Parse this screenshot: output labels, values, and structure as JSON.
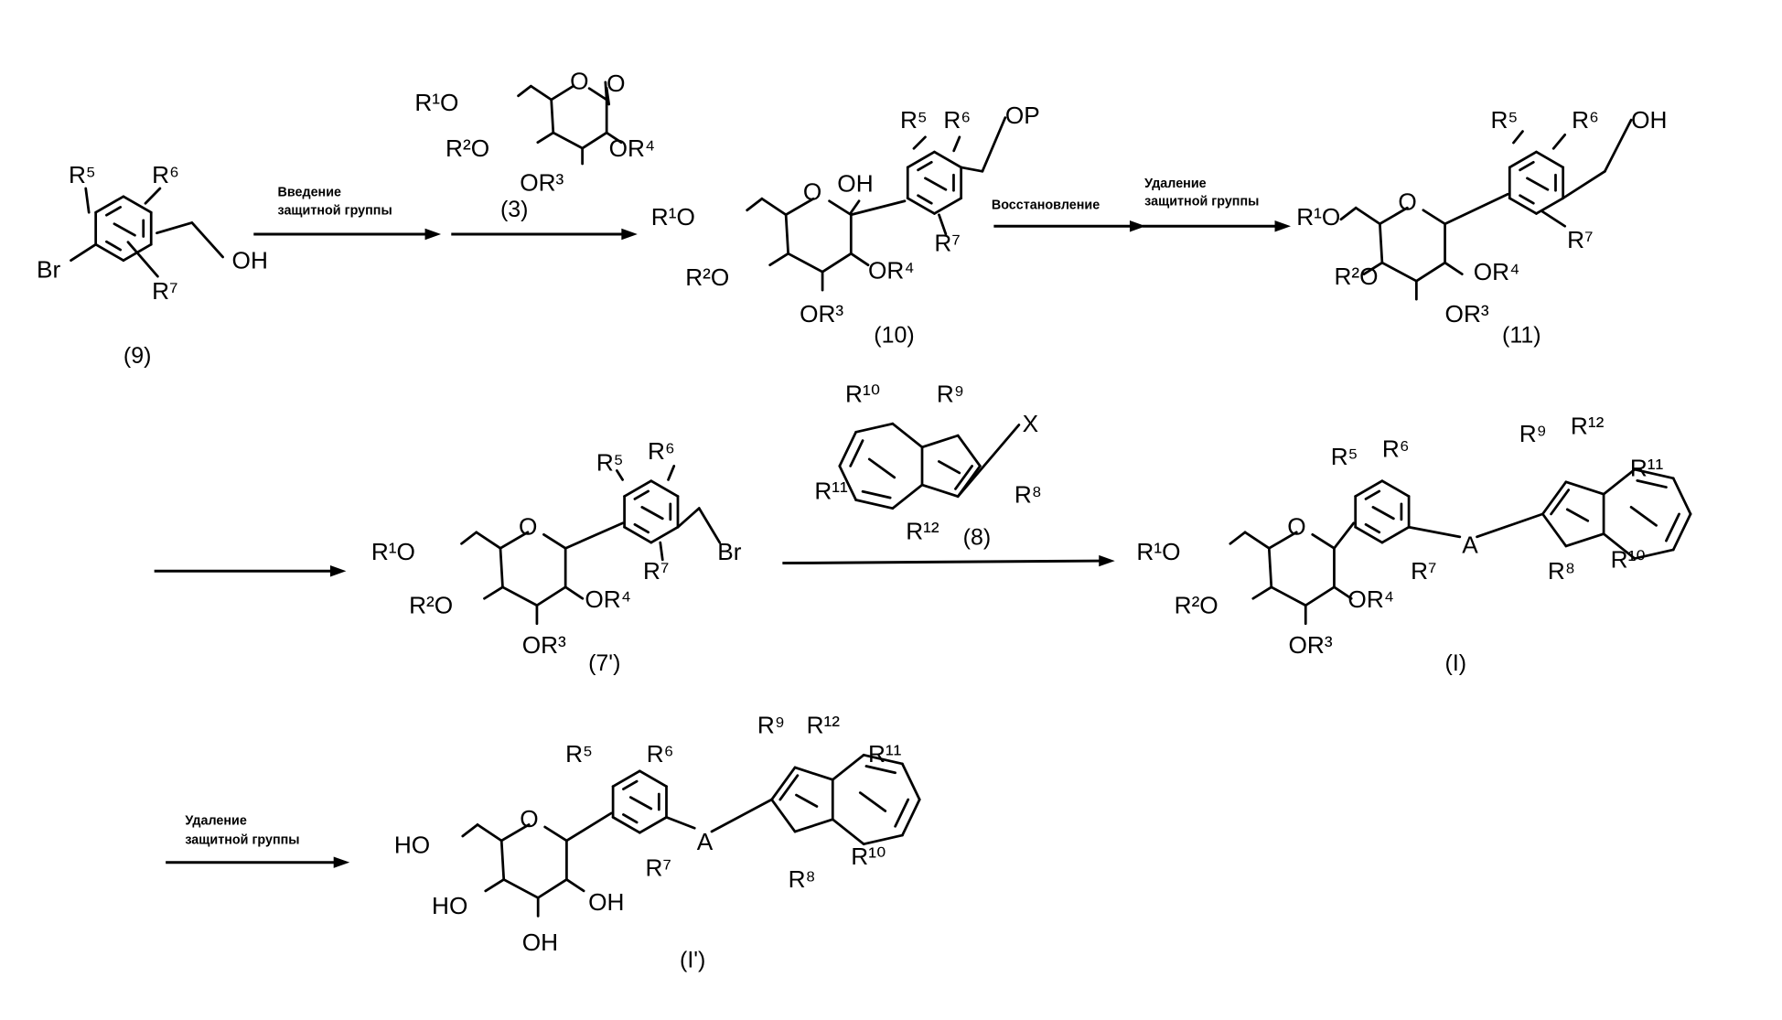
{
  "steps": {
    "protect": {
      "line1": "Введение",
      "line2": "защитной группы"
    },
    "reduce": {
      "line1": "Восстановление"
    },
    "deprotect1": {
      "line1": "Удаление",
      "line2": "защитной группы"
    },
    "deprotect2": {
      "line1": "Удаление",
      "line2": "защитной группы"
    }
  },
  "compounds": {
    "c9": {
      "label": "(9)",
      "br": "Br",
      "r5": "R⁵",
      "r6": "R⁶",
      "r7": "R⁷",
      "oh": "OH"
    },
    "c3": {
      "label": "(3)",
      "r1o": "R¹O",
      "r2o": "R²O",
      "or3": "OR³",
      "or4": "OR⁴",
      "ring_o": "O",
      "carbonyl_o": "O"
    },
    "c10": {
      "label": "(10)",
      "r1o": "R¹O",
      "r2o": "R²O",
      "or3": "OR³",
      "or4": "OR⁴",
      "ring_o": "O",
      "oh": "OH",
      "r5": "R⁵",
      "r6": "R⁶",
      "r7": "R⁷",
      "op": "OP"
    },
    "c11": {
      "label": "(11)",
      "r1o": "R¹O",
      "r2o": "R²O",
      "or3": "OR³",
      "or4": "OR⁴",
      "ring_o": "O",
      "r5": "R⁵",
      "r6": "R⁶",
      "r7": "R⁷",
      "oh": "OH"
    },
    "c8": {
      "label": "(8)",
      "r8": "R⁸",
      "r9": "R⁹",
      "r10": "R¹⁰",
      "r11": "R¹¹",
      "r12": "R¹²",
      "x": "X"
    },
    "c7p": {
      "label": "(7')",
      "r1o": "R¹O",
      "r2o": "R²O",
      "or3": "OR³",
      "or4": "OR⁴",
      "ring_o": "O",
      "r5": "R⁵",
      "r6": "R⁶",
      "r7": "R⁷",
      "br": "Br"
    },
    "cI": {
      "label": "(I)",
      "r1o": "R¹O",
      "r2o": "R²O",
      "or3": "OR³",
      "or4": "OR⁴",
      "ring_o": "O",
      "r5": "R⁵",
      "r6": "R⁶",
      "r7": "R⁷",
      "a": "A",
      "r8": "R⁸",
      "r9": "R⁹",
      "r10": "R¹⁰",
      "r11": "R¹¹",
      "r12": "R¹²"
    },
    "cIp": {
      "label": "(I')",
      "ho6": "HO",
      "ho4": "HO",
      "oh3": "OH",
      "oh2": "OH",
      "ring_o": "O",
      "r5": "R⁵",
      "r6": "R⁶",
      "r7": "R⁷",
      "a": "A",
      "r8": "R⁸",
      "r9": "R⁹",
      "r10": "R¹⁰",
      "r11": "R¹¹",
      "r12": "R¹²"
    }
  }
}
